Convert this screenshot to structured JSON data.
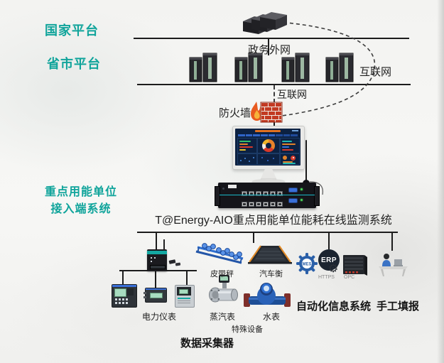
{
  "labels": {
    "national_platform": "国家平台",
    "provincial_platform": "省市平台",
    "access_system_line1": "重点用能单位",
    "access_system_line2": "接入端系统",
    "gov_external_network": "政务外网",
    "internet_arc": "互联网",
    "internet_firewall": "互联网",
    "firewall": "防火墙",
    "system_caption": "T@Energy-AIO重点用能单位能耗在线监测系统",
    "belt_scale": "皮带秤",
    "truck_scale": "汽车衡",
    "power_meters": "电力仪表",
    "steam_meter": "蒸汽表",
    "water_meter": "水表",
    "special_equipment": "特殊设备",
    "automation_systems": "自动化信息系统",
    "manual_entry": "手工填报",
    "data_collector": "数据采集器",
    "mes_badge": "MES",
    "erp_badge": "ERP",
    "https_caption": "HTTPS",
    "opc_caption": "OPC"
  },
  "colors": {
    "teal_label": "#10a49b",
    "connector_line": "#1c1c1c",
    "brick_red": "#c23a22",
    "flame_orange": "#e85a1f",
    "screen_navy": "#0c2142",
    "appliance_stripe": "#19b8c8",
    "gear_blue": "#2a5fa8"
  }
}
